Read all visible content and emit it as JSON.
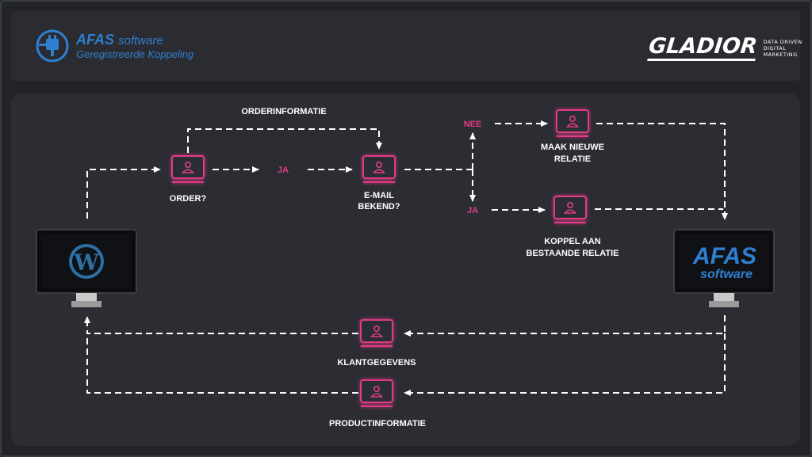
{
  "header": {
    "afas_brand": "AFAS",
    "afas_brand_suffix": "software",
    "afas_subtitle": "Geregistreerde Koppeling",
    "gladior_logo": "GLADIOR",
    "gladior_tagline": [
      "DATA DRIVEN",
      "DIGITAL",
      "MARKETING"
    ]
  },
  "diagram": {
    "label_orderinformatie": "ORDERINFORMATIE",
    "label_order": "ORDER?",
    "label_ja_1": "JA",
    "label_email_line1": "E-MAIL",
    "label_email_line2": "BEKEND?",
    "label_nee": "NEE",
    "label_ja_2": "JA",
    "label_maak_line1": "MAAK NIEUWE",
    "label_maak_line2": "RELATIE",
    "label_koppel_line1": "KOPPEL AAN",
    "label_koppel_line2": "BESTAANDE RELATIE",
    "label_klantgegevens": "KLANTGEGEVENS",
    "label_productinformatie": "PRODUCTINFORMATIE",
    "afas_screen_line1": "AFAS",
    "afas_screen_line2": "software"
  },
  "colors": {
    "pink": "#e23b86",
    "afas_blue": "#2f7fd0",
    "arrow": "#ffffff",
    "background": "#2b2d33"
  },
  "icons": [
    "plug-icon",
    "wordpress-icon",
    "person-icon",
    "monitor-icon"
  ]
}
